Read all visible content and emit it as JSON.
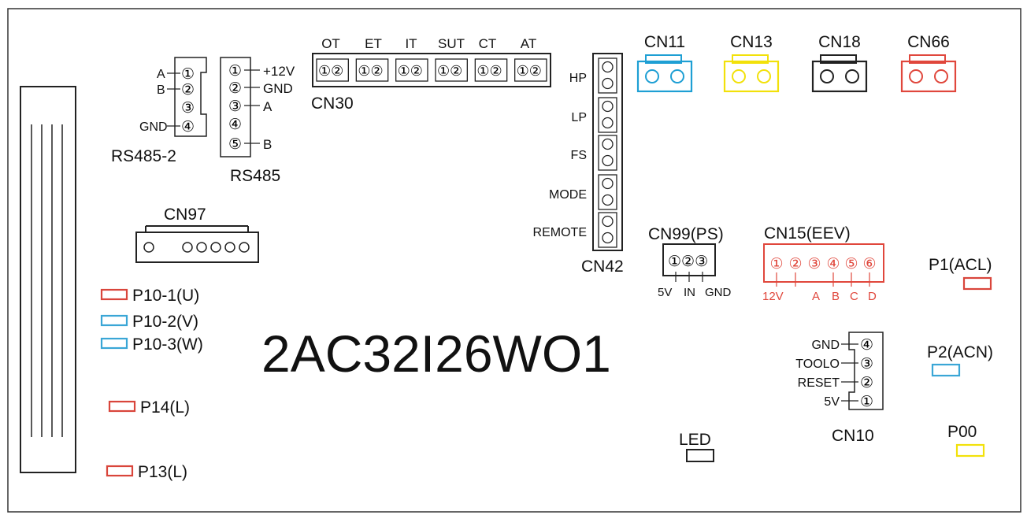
{
  "board": {
    "model": "2AC32I26WO1"
  },
  "rs485_2": {
    "name": "RS485-2",
    "pins": [
      "①",
      "②",
      "③",
      "④"
    ],
    "signals": [
      "A",
      "B",
      "",
      "GND"
    ]
  },
  "rs485": {
    "name": "RS485",
    "pins": [
      "①",
      "②",
      "③",
      "④",
      "⑤"
    ],
    "signals": [
      "+12V",
      "GND",
      "A",
      "",
      "B"
    ]
  },
  "cn30": {
    "name": "CN30",
    "sensors": [
      "OT",
      "ET",
      "IT",
      "SUT",
      "CT",
      "AT"
    ],
    "pin_pair": "①②"
  },
  "cn42": {
    "name": "CN42",
    "inputs": [
      "HP",
      "LP",
      "FS",
      "MODE",
      "REMOTE"
    ]
  },
  "top_connectors": [
    {
      "name": "CN11",
      "color": "#1e9fd4"
    },
    {
      "name": "CN13",
      "color": "#f2e10a"
    },
    {
      "name": "CN18",
      "color": "#222222"
    },
    {
      "name": "CN66",
      "color": "#e0473c"
    }
  ],
  "cn97": {
    "name": "CN97"
  },
  "cn99": {
    "name": "CN99(PS)",
    "pins": "①②③",
    "signals": [
      "5V",
      "IN",
      "GND"
    ]
  },
  "cn15": {
    "name": "CN15(EEV)",
    "pins": [
      "①",
      "②",
      "③",
      "④",
      "⑤",
      "⑥"
    ],
    "signals": [
      "12V",
      "A",
      "B",
      "C",
      "D"
    ],
    "color": "#e0473c"
  },
  "cn10": {
    "name": "CN10",
    "pins": [
      "④",
      "③",
      "②",
      "①"
    ],
    "signals": [
      "GND",
      "TOOLO",
      "RESET",
      "5V"
    ]
  },
  "terminals_left": [
    {
      "name": "P10-1(U)",
      "color": "#d9453b"
    },
    {
      "name": "P10-2(V)",
      "color": "#3aa6d6"
    },
    {
      "name": "P10-3(W)",
      "color": "#3aa6d6"
    },
    {
      "name": "P14(L)",
      "color": "#d9453b"
    },
    {
      "name": "P13(L)",
      "color": "#d9453b"
    }
  ],
  "terminals_right": [
    {
      "name": "P1(ACL)",
      "color": "#d9453b"
    },
    {
      "name": "P2(ACN)",
      "color": "#3aa6d6"
    },
    {
      "name": "P00",
      "color": "#f2e10a"
    }
  ],
  "led": {
    "name": "LED"
  }
}
